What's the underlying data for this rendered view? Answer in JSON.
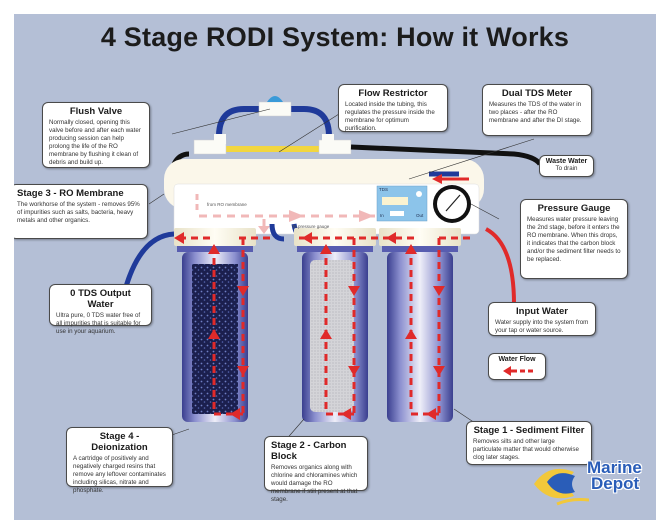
{
  "title": "4 Stage RODI System: How it Works",
  "colors": {
    "background": "#b4bfd6",
    "water_flow": "#e02a2a",
    "tubing_blue": "#1f3a9a",
    "flow_restrictor": "#f2d640",
    "housing": "#fbf7ea",
    "canister": "#5a5fb0",
    "logo_blue": "#2a5db8",
    "logo_yellow": "#f2c83a"
  },
  "callouts": {
    "flush_valve": {
      "title": "Flush Valve",
      "body": "Normally closed, opening this valve before and after each water producing session can help prolong the life of the RO membrane by flushing it clean of debris and build up."
    },
    "flow_restrictor": {
      "title": "Flow Restrictor",
      "body": "Located inside the tubing, this regulates the pressure inside the membrane for optimum purification."
    },
    "dual_tds_meter": {
      "title": "Dual TDS Meter",
      "body": "Measures the TDS of the water in two places - after the RO membrane and after the DI stage."
    },
    "waste_water": {
      "title": "Waste Water",
      "body": "To drain"
    },
    "stage3": {
      "title": "Stage 3 - RO Membrane",
      "body": "The workhorse of the system - removes 95% of impurities such as salts, bacteria, heavy metals and other organics."
    },
    "pressure_gauge": {
      "title": "Pressure Gauge",
      "body": "Measures water pressure leaving the 2nd stage, before it enters the RO membrane. When this drops, it indicates that the carbon block and/or the sediment filter needs to be replaced."
    },
    "output_water": {
      "title": "0 TDS Output Water",
      "body": "Ultra pure, 0 TDS water free of all impurities that is suitable for use in your aquarium."
    },
    "input_water": {
      "title": "Input Water",
      "body": "Water supply into the system from your tap or water source."
    },
    "legend": {
      "title": "Water Flow"
    },
    "stage4": {
      "title": "Stage 4 - Deionization",
      "body": "A cartridge of positively and negatively charged resins that remove any leftover contaminates including silicas, nitrate and phosphate."
    },
    "stage2": {
      "title": "Stage 2 - Carbon Block",
      "body": "Removes organics along with chlorine and chloramines which would damage the RO membrane if still present at that stage."
    },
    "stage1": {
      "title": "Stage 1 - Sediment Filter",
      "body": "Removes silts and other large particulate matter that would otherwise clog later stages."
    }
  },
  "housing_labels": {
    "from_ro": "from RO membrane",
    "to_gauge": "To pressure gauge"
  },
  "tds_meter": {
    "label": "TDS",
    "in": "In",
    "out": "Out"
  },
  "logo": {
    "line1": "Marine",
    "line2": "Depot"
  }
}
